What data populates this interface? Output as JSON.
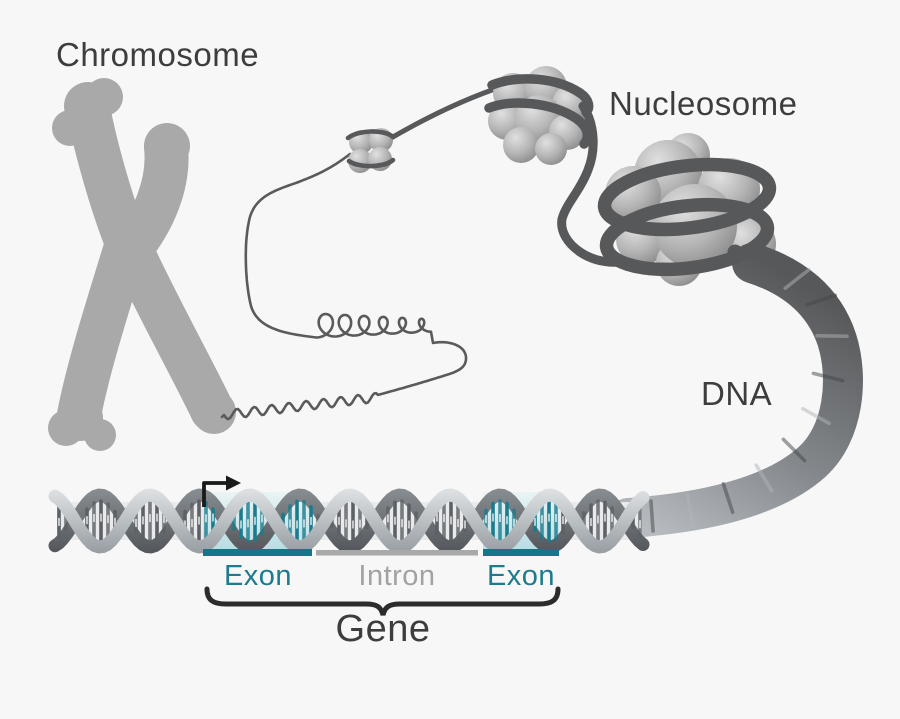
{
  "labels": {
    "chromosome": "Chromosome",
    "nucleosome": "Nucleosome",
    "dna": "DNA"
  },
  "gene_track": {
    "regions": [
      {
        "label": "Exon",
        "type": "exon"
      },
      {
        "label": "Intron",
        "type": "intron"
      },
      {
        "label": "Exon",
        "type": "exon"
      }
    ],
    "bracket_label": "Gene"
  },
  "icons": {
    "transcription_start_arrow": "bent-right-arrow"
  },
  "colors": {
    "background": "#f7f7f7",
    "label_text": "#3d3d3d",
    "exon_teal_text": "#1d7b8d",
    "exon_bar_teal": "#15758a",
    "intron_gray": "#a0a2a4",
    "dna_strand_dark": "#58595b",
    "chromosome_gray": "#a9a9a9",
    "histone_sphere_gray": "#b5b5b5"
  }
}
